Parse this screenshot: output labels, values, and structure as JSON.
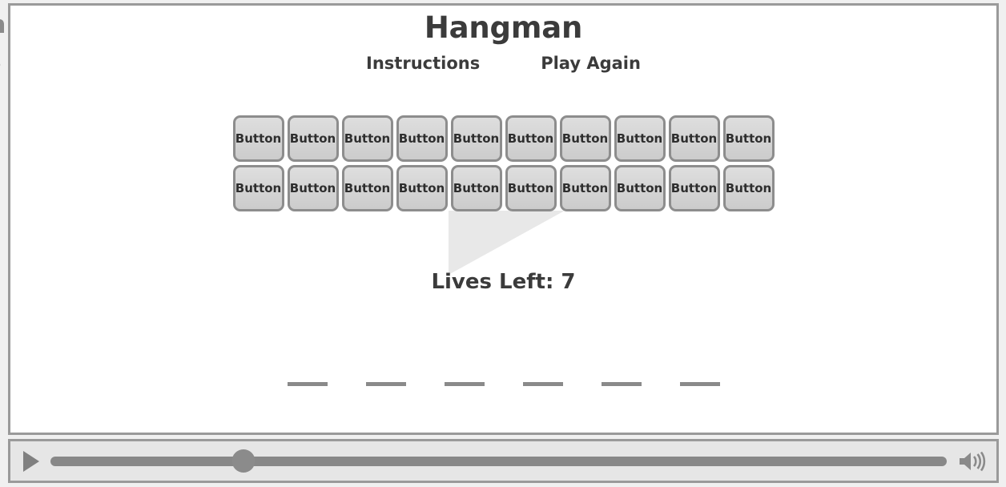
{
  "edge": {
    "fragment_top": "n",
    "fragment_bottom": "s"
  },
  "game": {
    "title": "Hangman",
    "nav": [
      {
        "label": "Instructions",
        "name": "instructions-link"
      },
      {
        "label": "Play Again",
        "name": "play-again-link"
      }
    ],
    "keyboard": {
      "button_label": "Button",
      "rows": [
        [
          "Button",
          "Button",
          "Button",
          "Button",
          "Button",
          "Button",
          "Button",
          "Button",
          "Button",
          "Button"
        ],
        [
          "Button",
          "Button",
          "Button",
          "Button",
          "Button",
          "Button",
          "Button",
          "Button",
          "Button",
          "Button"
        ]
      ]
    },
    "lives_label": "Lives Left: 7",
    "lives_count": 7,
    "word_blanks": 6
  },
  "media": {
    "play_icon": "play-icon",
    "volume_icon": "volume-speaker-icon",
    "seek_position_percent": 21.5
  },
  "colors": {
    "page_background": "#f0f0f0",
    "frame_background": "#ffffff",
    "frame_border": "#9a9a9a",
    "text": "#3b3b3b",
    "button_fill": "#d6d6d6",
    "button_border": "#8d8d8d",
    "blank_line": "#8a8a8a",
    "watermark": "#e8e8e8",
    "media_bar_background": "#e6e6e6",
    "slider": "#888888"
  }
}
